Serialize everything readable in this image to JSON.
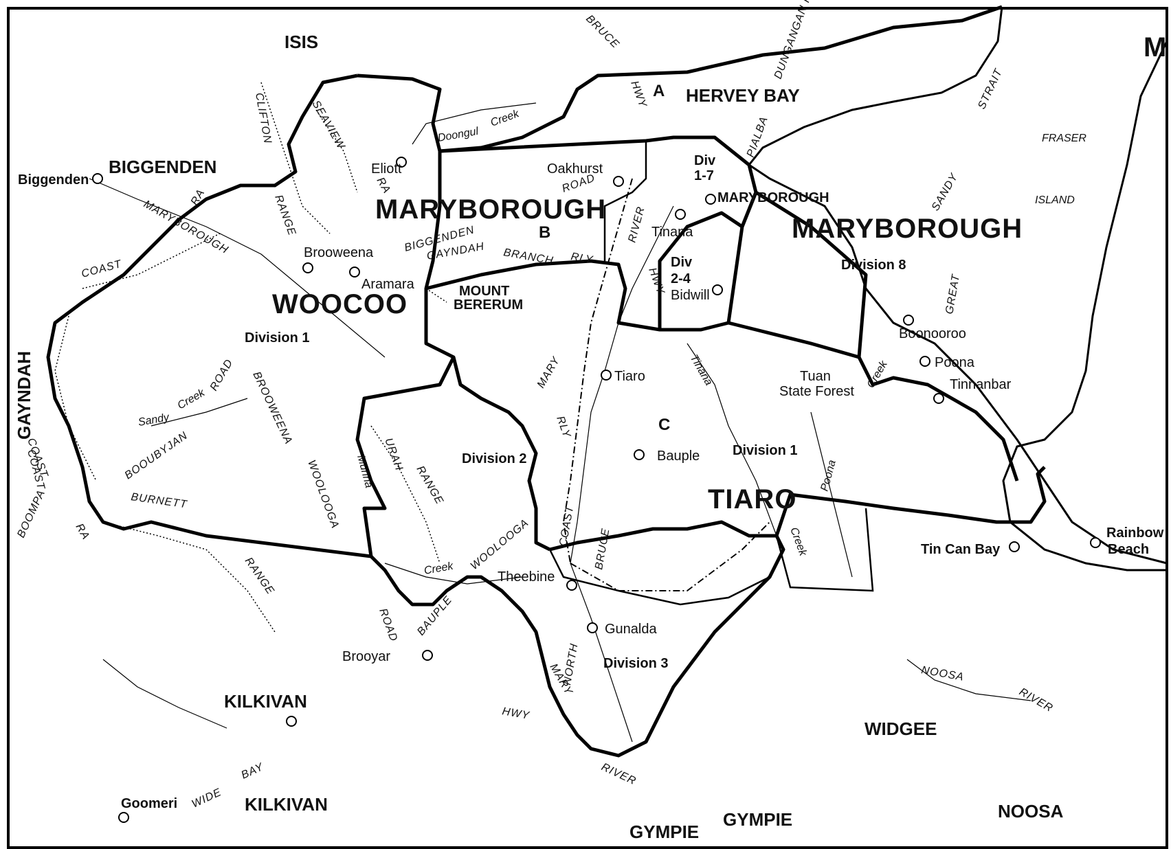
{
  "map": {
    "frame_title_fragment": "M",
    "lga_labels": {
      "isis": "ISIS",
      "biggenden": "BIGGENDEN",
      "maryborough_west": "MARYBOROUGH",
      "maryborough_east": "MARYBOROUGH",
      "woocoo": "WOOCOO",
      "hervey_bay": "HERVEY BAY",
      "tiaro": "TIARO",
      "gayndah": "GAYNDAH",
      "kilkivan_1": "KILKIVAN",
      "kilkivan_2": "KILKIVAN",
      "widgee": "WIDGEE",
      "noosa": "NOOSA",
      "gympie_shire": "GYMPIE",
      "gympie_city": "GYMPIE"
    },
    "area_letters": {
      "a": "A",
      "b": "B",
      "c": "C"
    },
    "divisions": {
      "div_1_woocoo": "Division 1",
      "div_2": "Division 2",
      "div_3": "Division 3",
      "div_1_tiaro": "Division 1",
      "div_8": "Division 8",
      "div_17_a": "Div",
      "div_17_b": "1-7",
      "div_24_a": "Div",
      "div_24_b": "2-4"
    },
    "towns": {
      "biggenden": "Biggenden",
      "eliott": "Eliott",
      "oakhurst": "Oakhurst",
      "maryborough": "MARYBOROUGH",
      "tinana": "Tinana",
      "bidwill": "Bidwill",
      "brooweena": "Brooweena",
      "aramara": "Aramara",
      "tiaro": "Tiaro",
      "bauple": "Bauple",
      "boonooroo": "Boonooroo",
      "poona": "Poona",
      "tinnanbar": "Tinnanbar",
      "theebine": "Theebine",
      "gunalda": "Gunalda",
      "brooyar": "Brooyar",
      "tin_can_bay": "Tin Can Bay",
      "rainbow_a": "Rainbow",
      "rainbow_b": "Beach",
      "goomeri": "Goomeri"
    },
    "features": {
      "bruce": "BRUCE",
      "hwy_a": "HWY",
      "dungan_rd": "DUNGANGAN RD",
      "doongul": "Doongul",
      "creek_1": "Creek",
      "clifton": "CLIFTON",
      "seaview": "SEAVIEW",
      "ra_1": "RA",
      "ra_2": "RA",
      "range_1": "RANGE",
      "maryborough_road": "MARYBOROUGH",
      "coast_1": "COAST",
      "biggenden_rd": "BIGGENDEN",
      "road_1": "ROAD",
      "gayndah_br": "GAYNDAH",
      "branch": "BRANCH",
      "rly_1": "RLY",
      "river_1": "RIVER",
      "hwy_b": "HWY",
      "pialba": "PIALBA",
      "mount_a": "MOUNT",
      "mount_b": "BERERUM",
      "sandy_creek": "Sandy",
      "creek_2": "Creek",
      "road_2": "ROAD",
      "boobyjan": "BOOUBYJAN",
      "brooweena_rd": "BROOWEENA",
      "woolooga_1": "WOOLOOGA",
      "urah": "URAH",
      "range_2": "RANGE",
      "munna": "Munna",
      "mary_1": "MARY",
      "rly_2": "RLY",
      "coast_2": "COAST",
      "burnett": "BURNETT",
      "ra_3": "RA",
      "range_3": "RANGE",
      "boompa": "BOOMPA",
      "coast_3": "COAST",
      "creek_3": "Creek",
      "woolooga_2": "WOOLOOGA",
      "coast_4": "COAST",
      "bruce_2": "BRUCE",
      "road_3": "ROAD",
      "bauple_rd": "BAUPLE",
      "north": "NORTH",
      "mary_2": "MARY",
      "hwy_c": "HWY",
      "river_2": "RIVER",
      "wide": "WIDE",
      "bay": "BAY",
      "tinana_ck": "Tinana",
      "tuan_a": "Tuan",
      "tuan_b": "State Forest",
      "poona_ck": "Poona",
      "creek_4": "Creek",
      "creek_5": "Creek",
      "strait": "STRAIT",
      "sandy_str": "SANDY",
      "great": "GREAT",
      "fraser": "FRASER",
      "island": "ISLAND",
      "noosa_r": "NOOSA",
      "river_3": "RIVER"
    }
  }
}
